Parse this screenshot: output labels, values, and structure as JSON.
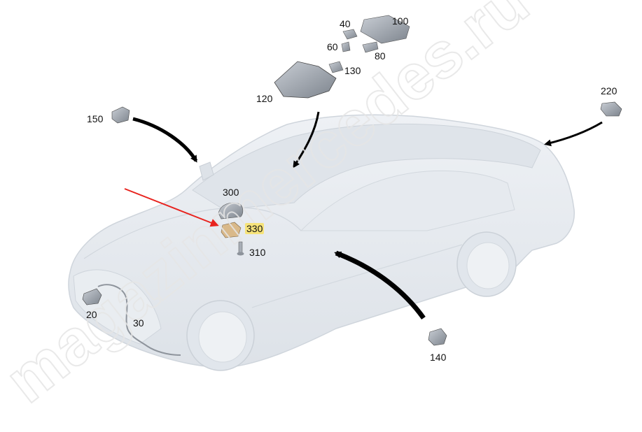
{
  "diagram": {
    "parts": [
      {
        "id": "part-40",
        "label": "40"
      },
      {
        "id": "part-100",
        "label": "100"
      },
      {
        "id": "part-60",
        "label": "60"
      },
      {
        "id": "part-80",
        "label": "80"
      },
      {
        "id": "part-130",
        "label": "130"
      },
      {
        "id": "part-120",
        "label": "120"
      },
      {
        "id": "part-150",
        "label": "150"
      },
      {
        "id": "part-220",
        "label": "220"
      },
      {
        "id": "part-300",
        "label": "300"
      },
      {
        "id": "part-330",
        "label": "330",
        "highlighted": true
      },
      {
        "id": "part-310",
        "label": "310"
      },
      {
        "id": "part-20",
        "label": "20"
      },
      {
        "id": "part-30",
        "label": "30"
      },
      {
        "id": "part-140",
        "label": "140"
      }
    ],
    "highlight_color": "#f6e37a",
    "pointer_color": "#e8231e",
    "car_color": "#e4e8ee"
  },
  "watermark": {
    "text": "magazinmercedes.ru"
  }
}
